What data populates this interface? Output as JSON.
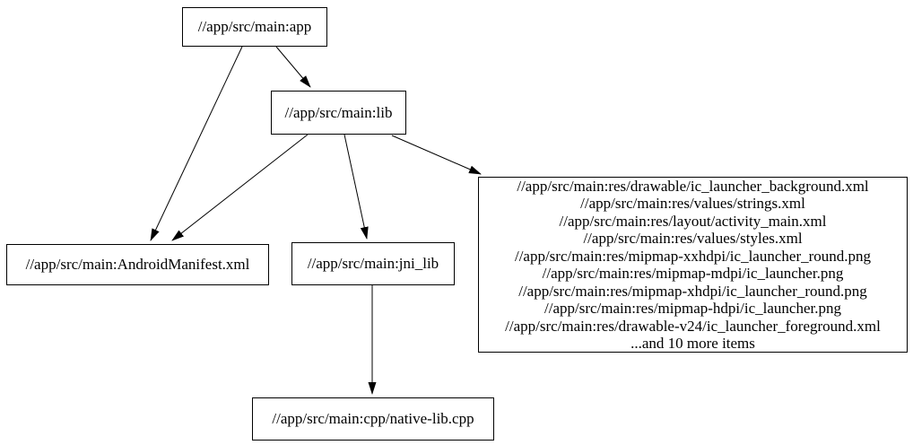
{
  "diagram": {
    "type": "dependency-graph",
    "background_color": "#ffffff",
    "node_border_color": "#000000",
    "edge_color": "#000000",
    "text_color": "#000000",
    "nodes": {
      "app": {
        "label": "//app/src/main:app"
      },
      "lib": {
        "label": "//app/src/main:lib"
      },
      "manifest": {
        "label": "//app/src/main:AndroidManifest.xml"
      },
      "jni_lib": {
        "label": "//app/src/main:jni_lib"
      },
      "resources": {
        "lines": [
          "//app/src/main:res/drawable/ic_launcher_background.xml",
          "//app/src/main:res/values/strings.xml",
          "//app/src/main:res/layout/activity_main.xml",
          "//app/src/main:res/values/styles.xml",
          "//app/src/main:res/mipmap-xxhdpi/ic_launcher_round.png",
          "//app/src/main:res/mipmap-mdpi/ic_launcher.png",
          "//app/src/main:res/mipmap-xhdpi/ic_launcher_round.png",
          "//app/src/main:res/mipmap-hdpi/ic_launcher.png",
          "//app/src/main:res/drawable-v24/ic_launcher_foreground.xml",
          "...and 10 more items"
        ]
      },
      "native_lib": {
        "label": "//app/src/main:cpp/native-lib.cpp"
      }
    },
    "edges": [
      {
        "from": "//app/src/main:app",
        "to": "//app/src/main:lib"
      },
      {
        "from": "//app/src/main:app",
        "to": "//app/src/main:AndroidManifest.xml"
      },
      {
        "from": "//app/src/main:lib",
        "to": "//app/src/main:AndroidManifest.xml"
      },
      {
        "from": "//app/src/main:lib",
        "to": "//app/src/main:jni_lib"
      },
      {
        "from": "//app/src/main:lib",
        "to": "resources-group"
      },
      {
        "from": "//app/src/main:jni_lib",
        "to": "//app/src/main:cpp/native-lib.cpp"
      }
    ]
  }
}
